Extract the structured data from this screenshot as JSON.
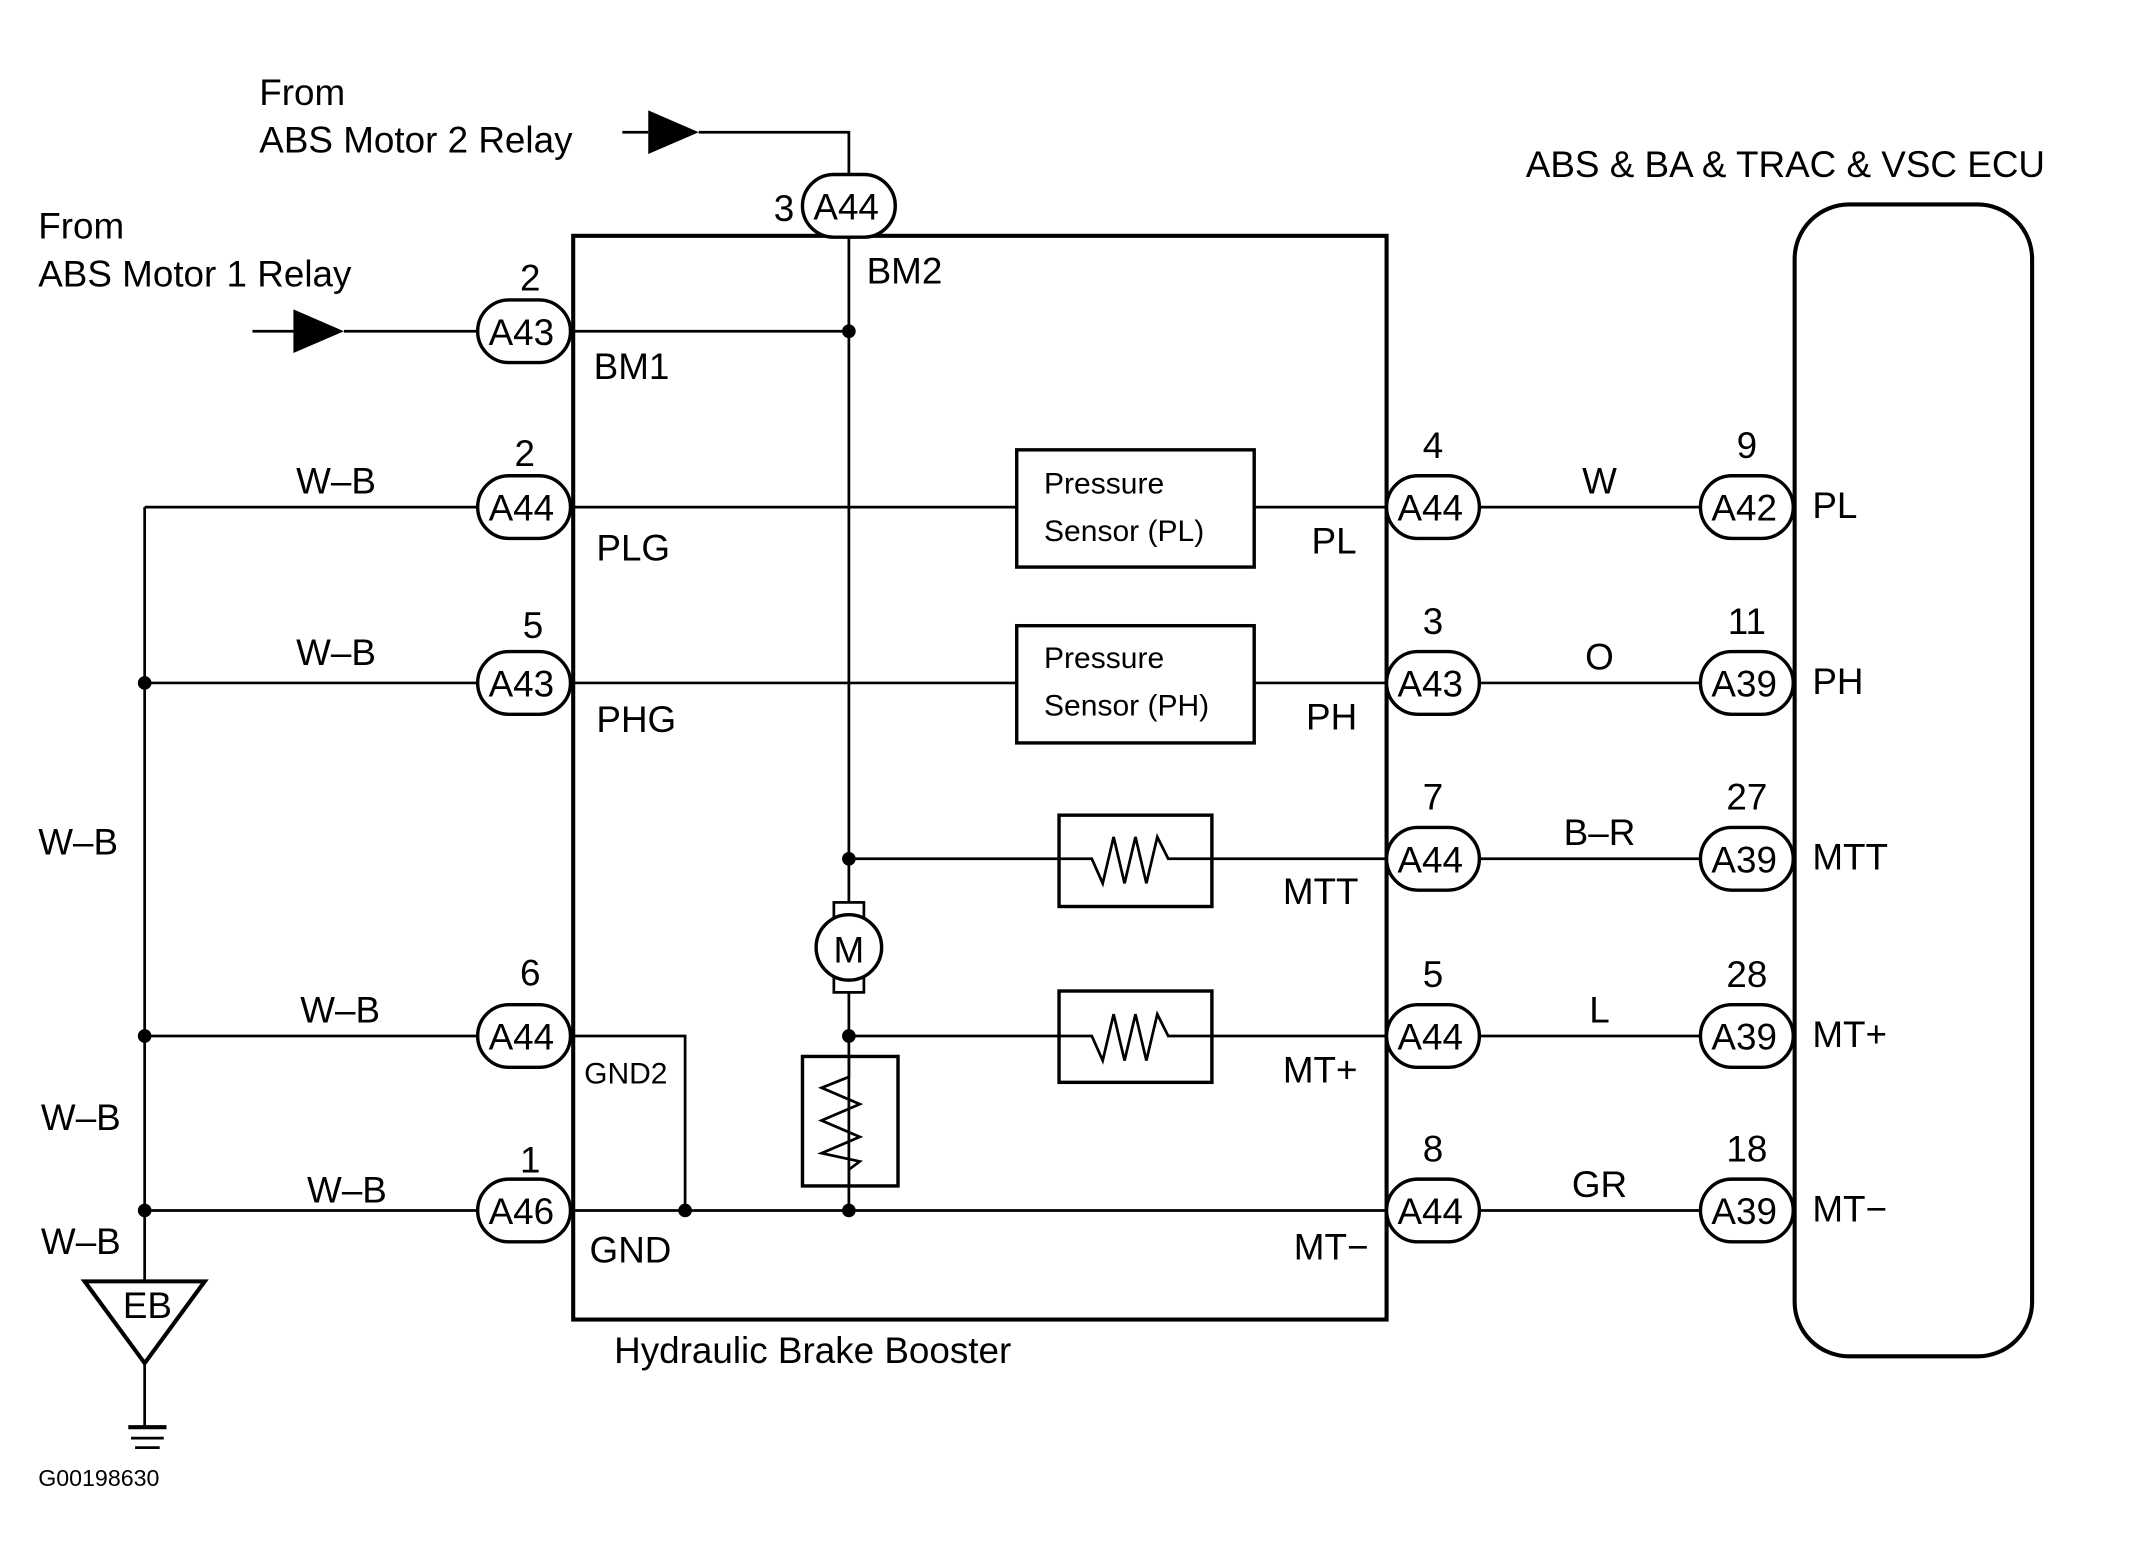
{
  "sources": {
    "motor2_from": "From",
    "motor2_name": "ABS Motor 2 Relay",
    "motor1_from": "From",
    "motor1_name": "ABS Motor 1 Relay"
  },
  "booster": {
    "title": "Hydraulic Brake Booster",
    "terminals": {
      "bm2": "BM2",
      "bm1": "BM1",
      "plg": "PLG",
      "phg": "PHG",
      "gnd2": "GND2",
      "gnd": "GND",
      "pl": "PL",
      "ph": "PH",
      "mtt": "MTT",
      "mtp": "MT+",
      "mtm": "MT−"
    },
    "sensor_pl": [
      "Pressure",
      "Sensor (PL)"
    ],
    "sensor_ph": [
      "Pressure",
      "Sensor (PH)"
    ],
    "motor_symbol": "M"
  },
  "ecu": {
    "title": "ABS & BA & TRAC & VSC ECU",
    "terminals": {
      "pl": "PL",
      "ph": "PH",
      "mtt": "MTT",
      "mtp": "MT+",
      "mtm": "MT−"
    }
  },
  "connectors": {
    "bm2": {
      "id": "A44",
      "pin": "3"
    },
    "bm1": {
      "id": "A43",
      "pin": "2"
    },
    "plg": {
      "id": "A44",
      "pin": "2"
    },
    "phg": {
      "id": "A43",
      "pin": "5"
    },
    "gnd2": {
      "id": "A44",
      "pin": "6"
    },
    "gnd": {
      "id": "A46",
      "pin": "1"
    },
    "pl_out": {
      "id": "A44",
      "pin": "4"
    },
    "ph_out": {
      "id": "A43",
      "pin": "3"
    },
    "mtt_out": {
      "id": "A44",
      "pin": "7"
    },
    "mtp_out": {
      "id": "A44",
      "pin": "5"
    },
    "mtm_out": {
      "id": "A44",
      "pin": "8"
    },
    "pl_ecu": {
      "id": "A42",
      "pin": "9"
    },
    "ph_ecu": {
      "id": "A39",
      "pin": "11"
    },
    "mtt_ecu": {
      "id": "A39",
      "pin": "27"
    },
    "mtp_ecu": {
      "id": "A39",
      "pin": "28"
    },
    "mtm_ecu": {
      "id": "A39",
      "pin": "18"
    }
  },
  "wires": {
    "plg": "W–B",
    "phg": "W–B",
    "trunk": "W–B",
    "gnd2": "W–B",
    "gnd_trunk": "W–B",
    "gnd": "W–B",
    "ground_lead": "W–B",
    "pl": "W",
    "ph": "O",
    "mtt": "B–R",
    "mtp": "L",
    "mtm": "GR"
  },
  "ground": {
    "label": "EB"
  },
  "figure_id": "G00198630"
}
